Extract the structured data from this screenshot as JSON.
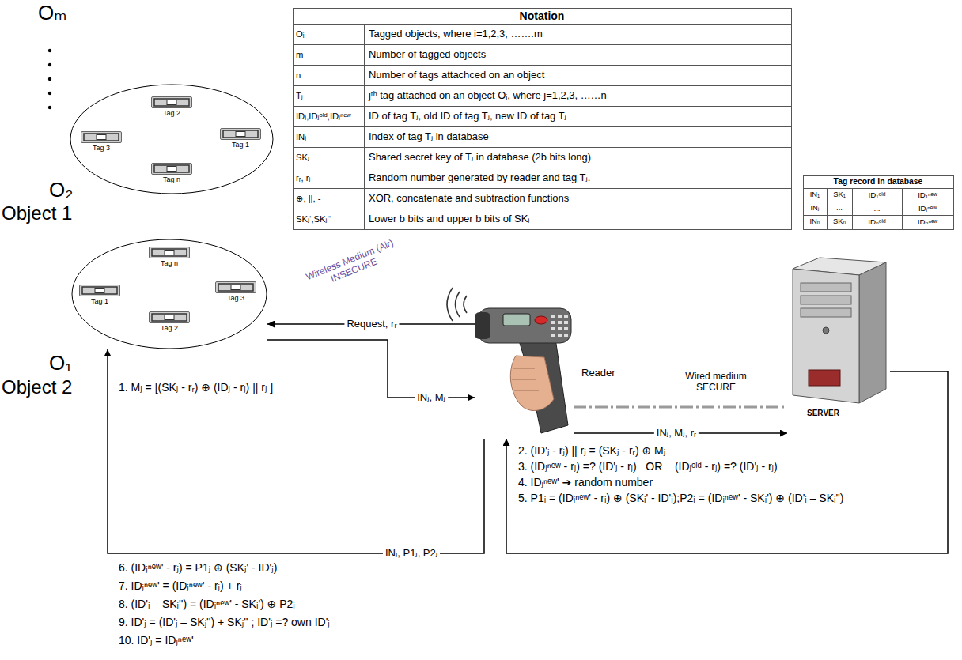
{
  "diagram": {
    "nodes": [
      {
        "text": [
          "O₂",
          "Object 1"
        ]
      },
      {
        "text": [
          "Tag 2"
        ],
        "in": 0
      },
      {
        "text": [
          "Tag 3"
        ],
        "in": 0
      },
      {
        "text": [
          "Tag 1"
        ],
        "in": 0
      },
      {
        "text": [
          "Tag n"
        ],
        "in": 0
      },
      {
        "text": [
          "O₁",
          "Object 2"
        ]
      },
      {
        "text": [
          "Tag n"
        ],
        "in": 5
      },
      {
        "text": [
          "Tag 1"
        ],
        "in": 5
      },
      {
        "text": [
          "Tag 3"
        ],
        "in": 5
      },
      {
        "text": [
          "Tag 2"
        ],
        "in": 5
      },
      {
        "text": [
          "Reader"
        ]
      },
      {
        "text": [
          "SERVER"
        ]
      }
    ],
    "edges": [
      {
        "from": 10,
        "to": 5,
        "label": "Request, rᵣ",
        "arrow": "to"
      },
      {
        "from": 5,
        "to": 10,
        "label": "INⱼ, Mⱼ",
        "arrow": "to"
      },
      {
        "from": 10,
        "to": 11,
        "label": "INⱼ, Mⱼ, rᵣ",
        "arrow": "to"
      },
      {
        "from": 11,
        "to": 10,
        "arrow": "to"
      },
      {
        "from": 10,
        "to": 5,
        "label": "INⱼ, P1ⱼ, P2ⱼ",
        "arrow": "to"
      },
      {
        "from": 10,
        "to": 11,
        "arrow": "none"
      }
    ],
    "labels": [
      "Oₘ",
      "Notation",
      "Oᵢ",
      "Tagged objects, where i=1,2,3, …….m",
      "m",
      "Number of tagged objects",
      "n",
      "Number of tags attachced on an object",
      "Tⱼ",
      "jᵗʰ tag attached on an object Oᵢ, where j=1,2,3, ……n",
      "IDⱼ,IDⱼᵒˡᵈ,IDⱼⁿᵉʷ",
      "ID of tag Tⱼ, old ID of tag Tⱼ, new ID of tag Tⱼ",
      "INⱼ",
      "Index of tag Tⱼ in database",
      "SKⱼ",
      "Shared secret key of Tⱼ in database (2b bits long)",
      "rᵣ, rⱼ",
      "Random number generated by reader and tag Tⱼ.",
      "⊕, ||, -",
      "XOR, concatenate and subtraction functions",
      "SKⱼ‘,SKⱼ‘‘",
      "Lower b bits and upper b bits of SKⱼ",
      "Tag record in database",
      "IN₁",
      "SK₁",
      "ID₁ᵒˡᵈ",
      "ID₁ⁿᵉʷ",
      "INⱼ",
      "...",
      "...",
      "IDⱼⁿᵉʷ",
      "INₙ",
      "SKₙ",
      "IDₙᵒˡᵈ",
      "IDₙⁿᵉʷ",
      "Wireless Medium (Air) INSECURE",
      "Wired medium SECURE",
      "1. Mⱼ = [(SKⱼ - rᵣ) ⊕ (IDⱼ - rⱼ) || rⱼ ]",
      "2. (ID'ⱼ - rⱼ) || rⱼ = (SKⱼ - rᵣ) ⊕ Mⱼ",
      "3. (IDⱼⁿᵉʷ - rⱼ) =? (ID'ⱼ - rⱼ)   OR    (IDⱼᵒˡᵈ - rⱼ) =? (ID'ⱼ - rⱼ)",
      "4. IDⱼⁿᵉʷ' ➔ random number",
      "5. P1ⱼ = (IDⱼⁿᵉʷ' - rⱼ) ⊕ (SKⱼ' - ID'ⱼ);P2ⱼ = (IDⱼⁿᵉʷ' - SKⱼ') ⊕ (ID'ⱼ – SKⱼ'')",
      "6. (IDⱼⁿᵉʷ' - rⱼ) = P1ⱼ ⊕ (SKⱼ' - ID'ⱼ)",
      "7. IDⱼⁿᵉʷ' = (IDⱼⁿᵉʷ' - rⱼ) + rⱼ",
      "8. (ID'ⱼ – SKⱼ'') = (IDⱼⁿᵉʷ' - SKⱼ') ⊕ P2ⱼ",
      "9. ID'ⱼ = (ID'ⱼ – SKⱼ'') + SKⱼ'' ; ID'ⱼ =? own ID'ⱼ",
      "10. ID'ⱼ = IDⱼⁿᵉʷ'"
    ]
  }
}
